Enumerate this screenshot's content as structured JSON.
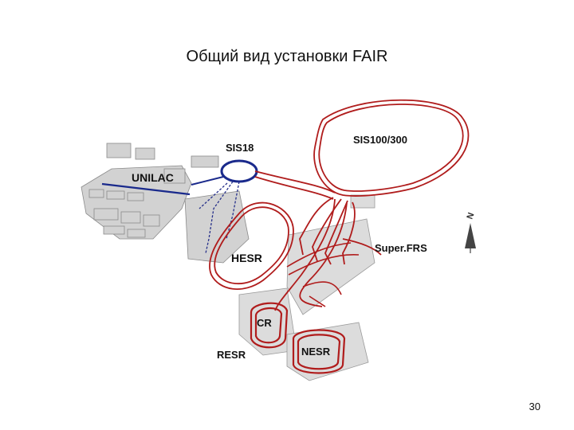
{
  "slide": {
    "title": "Общий вид установки  FAIR",
    "page_number": "30"
  },
  "labels": {
    "sis18": "SIS18",
    "sis100_300": "SIS100/300",
    "unilac": "UNILAC",
    "super_frs": "Super.FRS",
    "hesr": "HESR",
    "cr": "CR",
    "resr": "RESR",
    "nesr": "NESR",
    "north": "N"
  },
  "colors": {
    "beamline": "#b01c1c",
    "existing_beamline": "#1a2a8c",
    "building": "#c9c9c9"
  }
}
